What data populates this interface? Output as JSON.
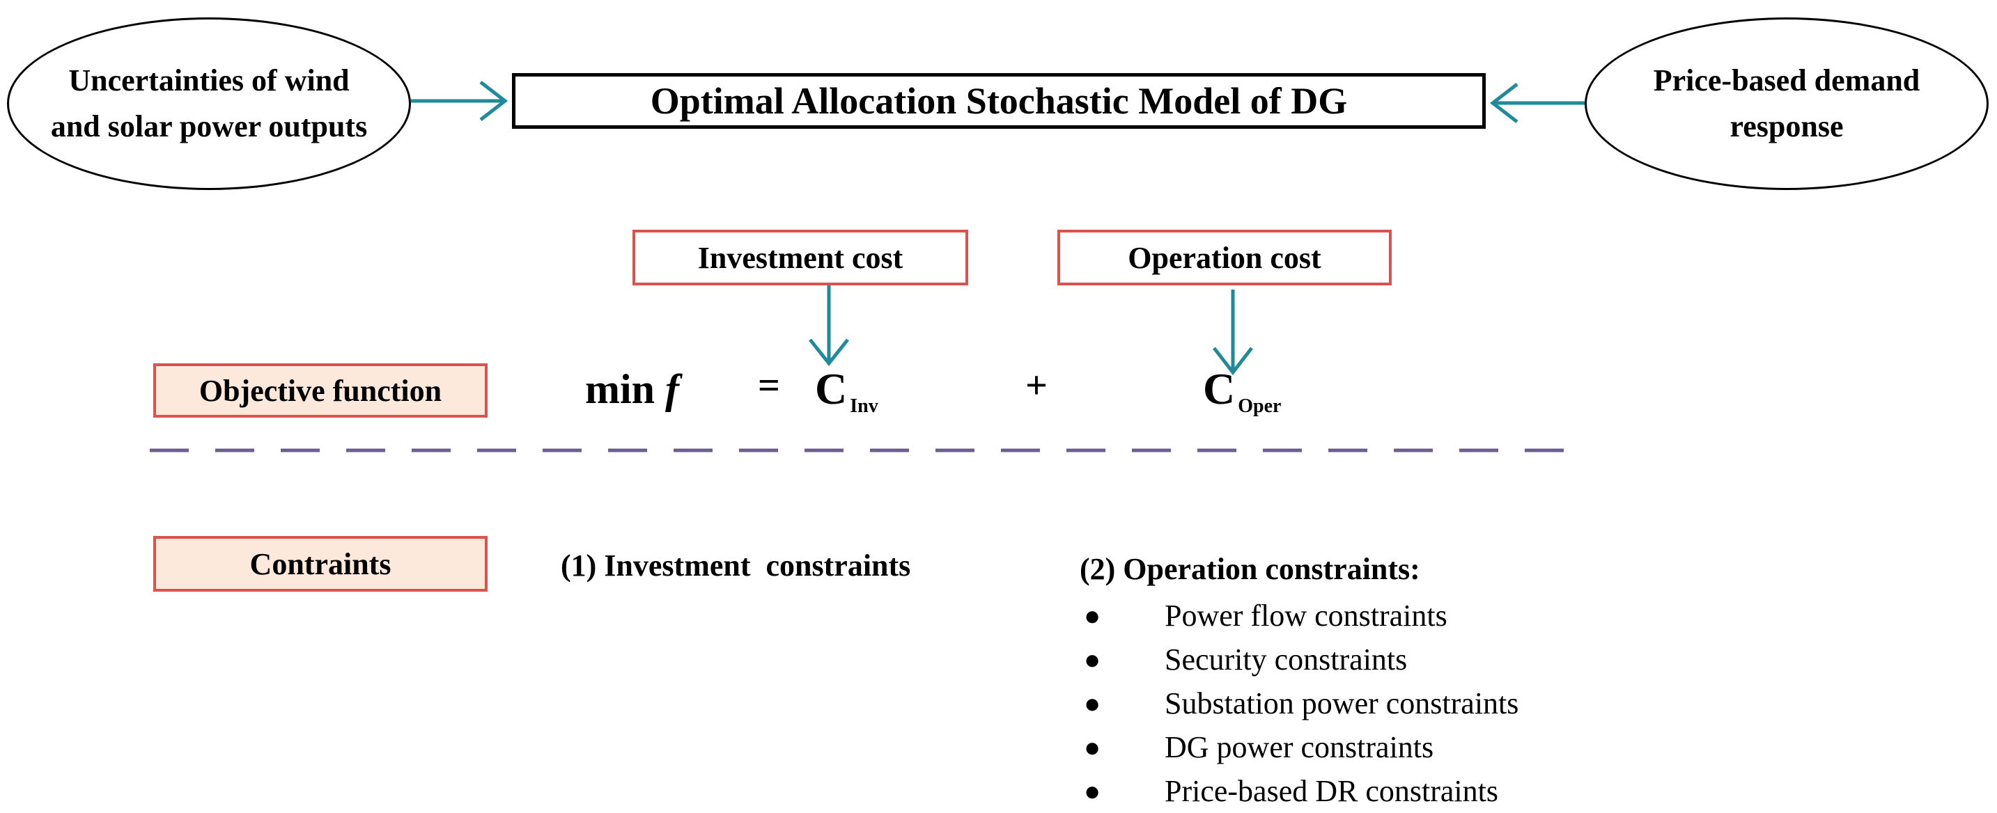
{
  "left_input": {
    "line1": "Uncertainties of wind",
    "line2": "and solar power outputs"
  },
  "right_input": {
    "line1": "Price-based demand",
    "line2": "response"
  },
  "model_title": "Optimal Allocation Stochastic Model of DG",
  "investment_cost_label": "Investment cost",
  "operation_cost_label": "Operation cost",
  "objective_label": "Objective function",
  "formula": {
    "min": "min",
    "f": "f",
    "equals": "=",
    "c_inv": "C",
    "c_inv_sub": "Inv",
    "plus": "+",
    "c_oper": "C",
    "c_oper_sub": "Oper"
  },
  "constraints_label": "Contraints",
  "investment_constraints": "(1) Investment  constraints",
  "operation_constraints": {
    "title": "(2) Operation constraints:",
    "items": [
      "Power flow constraints",
      "Security constraints",
      "Substation power constraints",
      "DG power constraints",
      "Price-based DR constraints"
    ]
  },
  "colors": {
    "arrow": "#1f8a9a",
    "red_border": "#d9534f",
    "peach_fill": "#fde9dc",
    "dash_line": "#6a5f8f"
  }
}
